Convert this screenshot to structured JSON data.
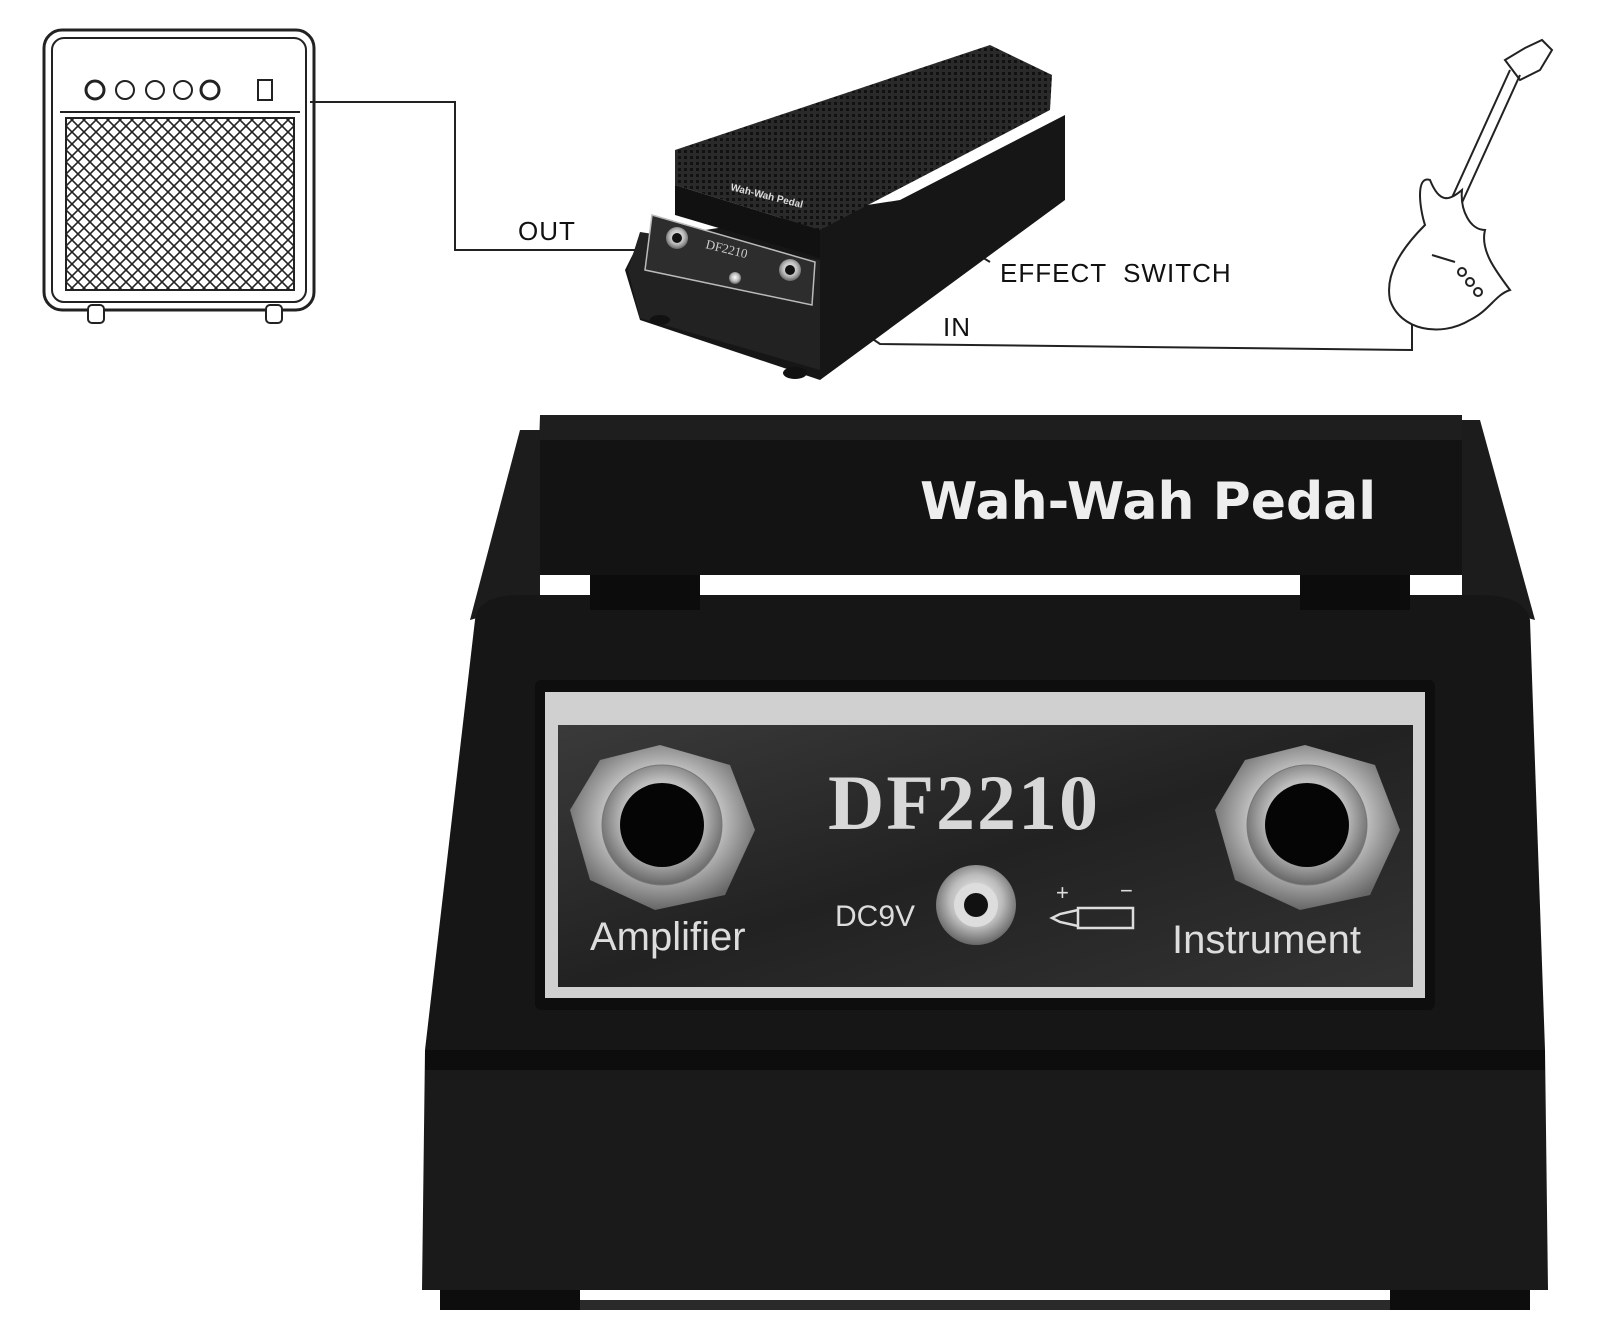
{
  "diagram": {
    "out_label": "OUT",
    "in_label": "IN",
    "effect_switch_label": "EFFECT  SWITCH"
  },
  "pedal": {
    "brand_text": "Wah-Wah Pedal",
    "model": "DF2210",
    "amplifier_label": "Amplifier",
    "instrument_label": "Instrument",
    "power_label": "DC9V",
    "polarity_plus": "+",
    "polarity_minus": "−"
  },
  "colors": {
    "pedal_body": "#1a1a1a",
    "plate": "#2a2a2a",
    "plate_border": "#c8c8c8",
    "line": "#222222"
  }
}
